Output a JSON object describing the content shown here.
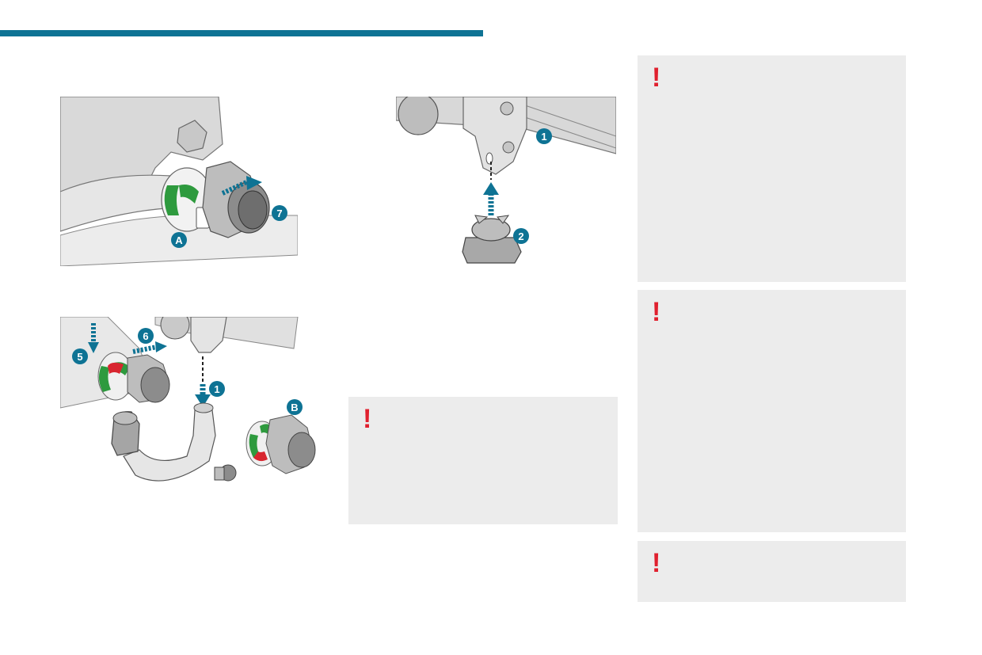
{
  "page": {
    "accent_color": "#0e7394",
    "warning_color": "#e0202e",
    "box_color": "#ececec"
  },
  "figures": {
    "fig_top_left": {
      "callouts": [
        "7",
        "A"
      ]
    },
    "fig_top_right": {
      "callouts": [
        "1",
        "2"
      ]
    },
    "fig_bottom_left": {
      "callouts": [
        "5",
        "6",
        "1",
        "B"
      ]
    }
  },
  "warnings": [
    {
      "icon": "exclamation-icon",
      "mark": "!"
    },
    {
      "icon": "exclamation-icon",
      "mark": "!"
    },
    {
      "icon": "exclamation-icon",
      "mark": "!"
    },
    {
      "icon": "exclamation-icon",
      "mark": "!"
    }
  ]
}
